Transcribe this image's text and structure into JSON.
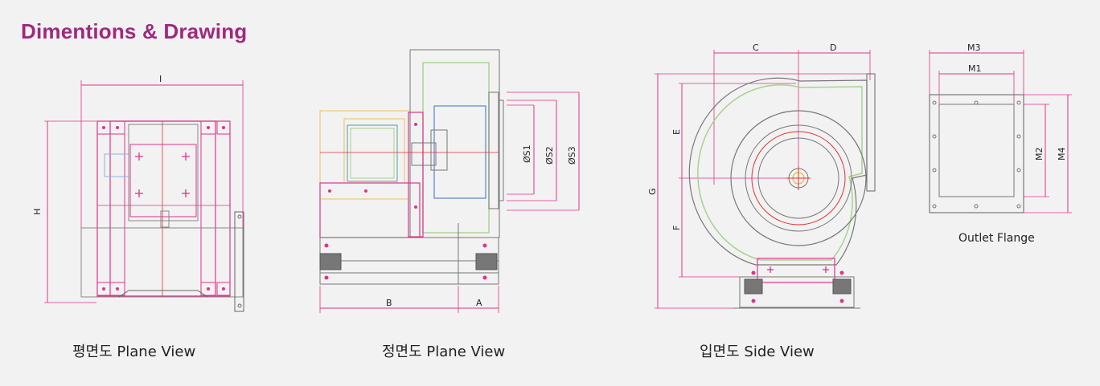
{
  "title": "Dimentions & Drawing",
  "captions": {
    "plane_view_1": "평면도  Plane View",
    "plane_view_2": "정면도  Plane View",
    "side_view": "입면도  Side View",
    "outlet_flange": "Outlet Flange"
  },
  "dimension_labels": {
    "I": "I",
    "H": "H",
    "B": "B",
    "A": "A",
    "S1": "ØS1",
    "S2": "ØS2",
    "S3": "ØS3",
    "C": "C",
    "D": "D",
    "E": "E",
    "F": "F",
    "G": "G",
    "M1": "M1",
    "M2": "M2",
    "M3": "M3",
    "M4": "M4"
  },
  "colors": {
    "title": "#a0287f",
    "outline": "#666666",
    "magenta": "#e0338a",
    "green": "#a9d18e",
    "red": "#e03030",
    "yellow": "#e8c25c",
    "blue": "#3b6cc4"
  }
}
